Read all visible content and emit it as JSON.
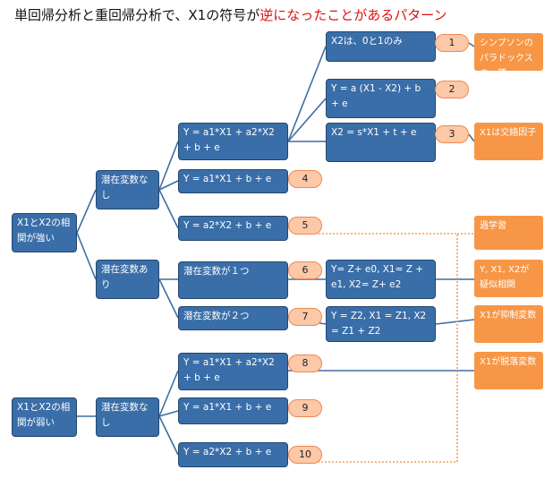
{
  "title": {
    "prefix": "単回帰分析と重回帰分析で、X1の符号が",
    "highlight": "逆になったことがあるパターン"
  },
  "colors": {
    "node": "#3a6ea8",
    "explanation": "#f79646",
    "badge": "#fbc8a8",
    "edge": "#3e6da3",
    "dotted": "#f0a050",
    "highlight": "#e01010"
  },
  "roots": [
    {
      "text": "X1とX2の相関が強い"
    },
    {
      "text": "X1とX2の相関が弱い"
    }
  ],
  "latent": [
    {
      "text": "潜在変数なし"
    },
    {
      "text": "潜在変数あり"
    },
    {
      "text": "潜在変数なし"
    }
  ],
  "equations": [
    {
      "text": "Y = a1*X1 + a2*X2 + b + e"
    },
    {
      "text": "Y = a1*X1 + b + e"
    },
    {
      "text": "Y = a2*X2 + b + e"
    },
    {
      "text": "潜在変数が１つ"
    },
    {
      "text": "潜在変数が２つ"
    },
    {
      "text": "Y = a1*X1 + a2*X2 + b + e"
    },
    {
      "text": "Y = a1*X1 + b + e"
    },
    {
      "text": "Y = a2*X2 + b + e"
    }
  ],
  "details": [
    {
      "text": "X2は、0と1のみ"
    },
    {
      "text": "Y = a (X1 - X2) + b + e"
    },
    {
      "text": "X2 = s*X1 + t + e"
    },
    {
      "text": "Y= Z+ e0, X1= Z + e1, X2= Z+ e2"
    },
    {
      "text": "Y = Z2, X1 = Z1, X2 = Z1 + Z2"
    }
  ],
  "badges": [
    "1",
    "2",
    "3",
    "4",
    "5",
    "6",
    "7",
    "8",
    "9",
    "10"
  ],
  "explanations": [
    {
      "text": "シンプソンのパラドックスの一種"
    },
    {
      "text": "X1は交絡因子"
    },
    {
      "text": "過学習"
    },
    {
      "text": "Y, X1, X2が疑似相関"
    },
    {
      "text": "X1が抑制変数"
    },
    {
      "text": "X1が脱落変数"
    }
  ]
}
